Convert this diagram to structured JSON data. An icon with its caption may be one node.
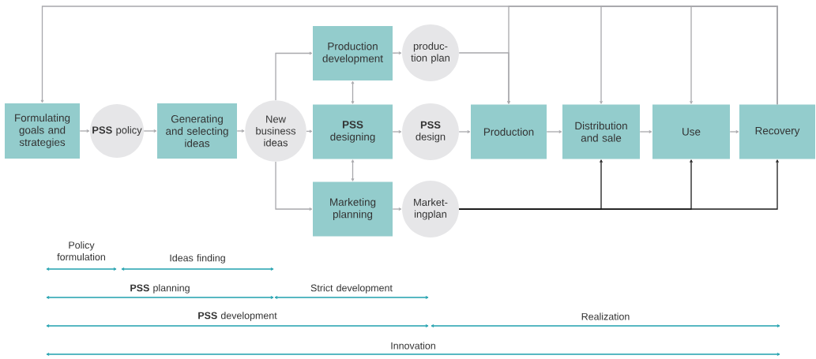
{
  "diagram": {
    "nodes": [
      {
        "text": [
          "Formulating goals and strategies"
        ]
      },
      {
        "text": [
          "**PSS** policy"
        ]
      },
      {
        "text": [
          "Generating and selecting ideas"
        ]
      },
      {
        "text": [
          "New business ideas"
        ]
      },
      {
        "text": [
          "Production development"
        ]
      },
      {
        "text": [
          "**PSS** designing"
        ]
      },
      {
        "text": [
          "Marketing planning"
        ]
      },
      {
        "text": [
          "produc-tion plan"
        ]
      },
      {
        "text": [
          "**PSS** design"
        ]
      },
      {
        "text": [
          "Market-ingplan"
        ]
      },
      {
        "text": [
          "Production"
        ]
      },
      {
        "text": [
          "Distribution and sale"
        ]
      },
      {
        "text": [
          "Use"
        ]
      },
      {
        "text": [
          "Recovery"
        ]
      }
    ],
    "edges": [
      {
        "from": 0,
        "to": 1,
        "arrow": "to"
      },
      {
        "from": 1,
        "to": 2,
        "arrow": "to"
      },
      {
        "from": 2,
        "to": 3,
        "arrow": "to"
      },
      {
        "from": 3,
        "to": 5,
        "arrow": "to"
      },
      {
        "from": 3,
        "to": 4,
        "arrow": "to"
      },
      {
        "from": 3,
        "to": 6,
        "arrow": "to"
      },
      {
        "from": 4,
        "to": 5,
        "arrow": "both"
      },
      {
        "from": 5,
        "to": 6,
        "arrow": "both"
      },
      {
        "from": 4,
        "to": 7,
        "arrow": "to"
      },
      {
        "from": 5,
        "to": 8,
        "arrow": "to"
      },
      {
        "from": 6,
        "to": 9,
        "arrow": "to"
      },
      {
        "from": 8,
        "to": 10,
        "arrow": "to"
      },
      {
        "from": 7,
        "to": 10,
        "arrow": "to"
      },
      {
        "from": 10,
        "to": 11,
        "arrow": "to"
      },
      {
        "from": 11,
        "to": 12,
        "arrow": "to"
      },
      {
        "from": 12,
        "to": 13,
        "arrow": "to"
      },
      {
        "from": 13,
        "to": 0,
        "arrow": "to"
      },
      {
        "from": 13,
        "to": 10,
        "arrow": "to"
      },
      {
        "from": 13,
        "to": 11,
        "arrow": "to"
      },
      {
        "from": 13,
        "to": 12,
        "arrow": "to"
      },
      {
        "from": 9,
        "to": 11,
        "arrow": "to",
        "color": "#1a1a1a"
      },
      {
        "from": 9,
        "to": 12,
        "arrow": "to",
        "color": "#1a1a1a"
      },
      {
        "from": 9,
        "to": 13,
        "arrow": "to",
        "color": "#1a1a1a"
      }
    ],
    "labels": [
      "Policy formulation",
      "Ideas finding",
      "**PSS** planning",
      "Strict development",
      "**PSS** development",
      "Realization",
      "Innovation"
    ]
  }
}
